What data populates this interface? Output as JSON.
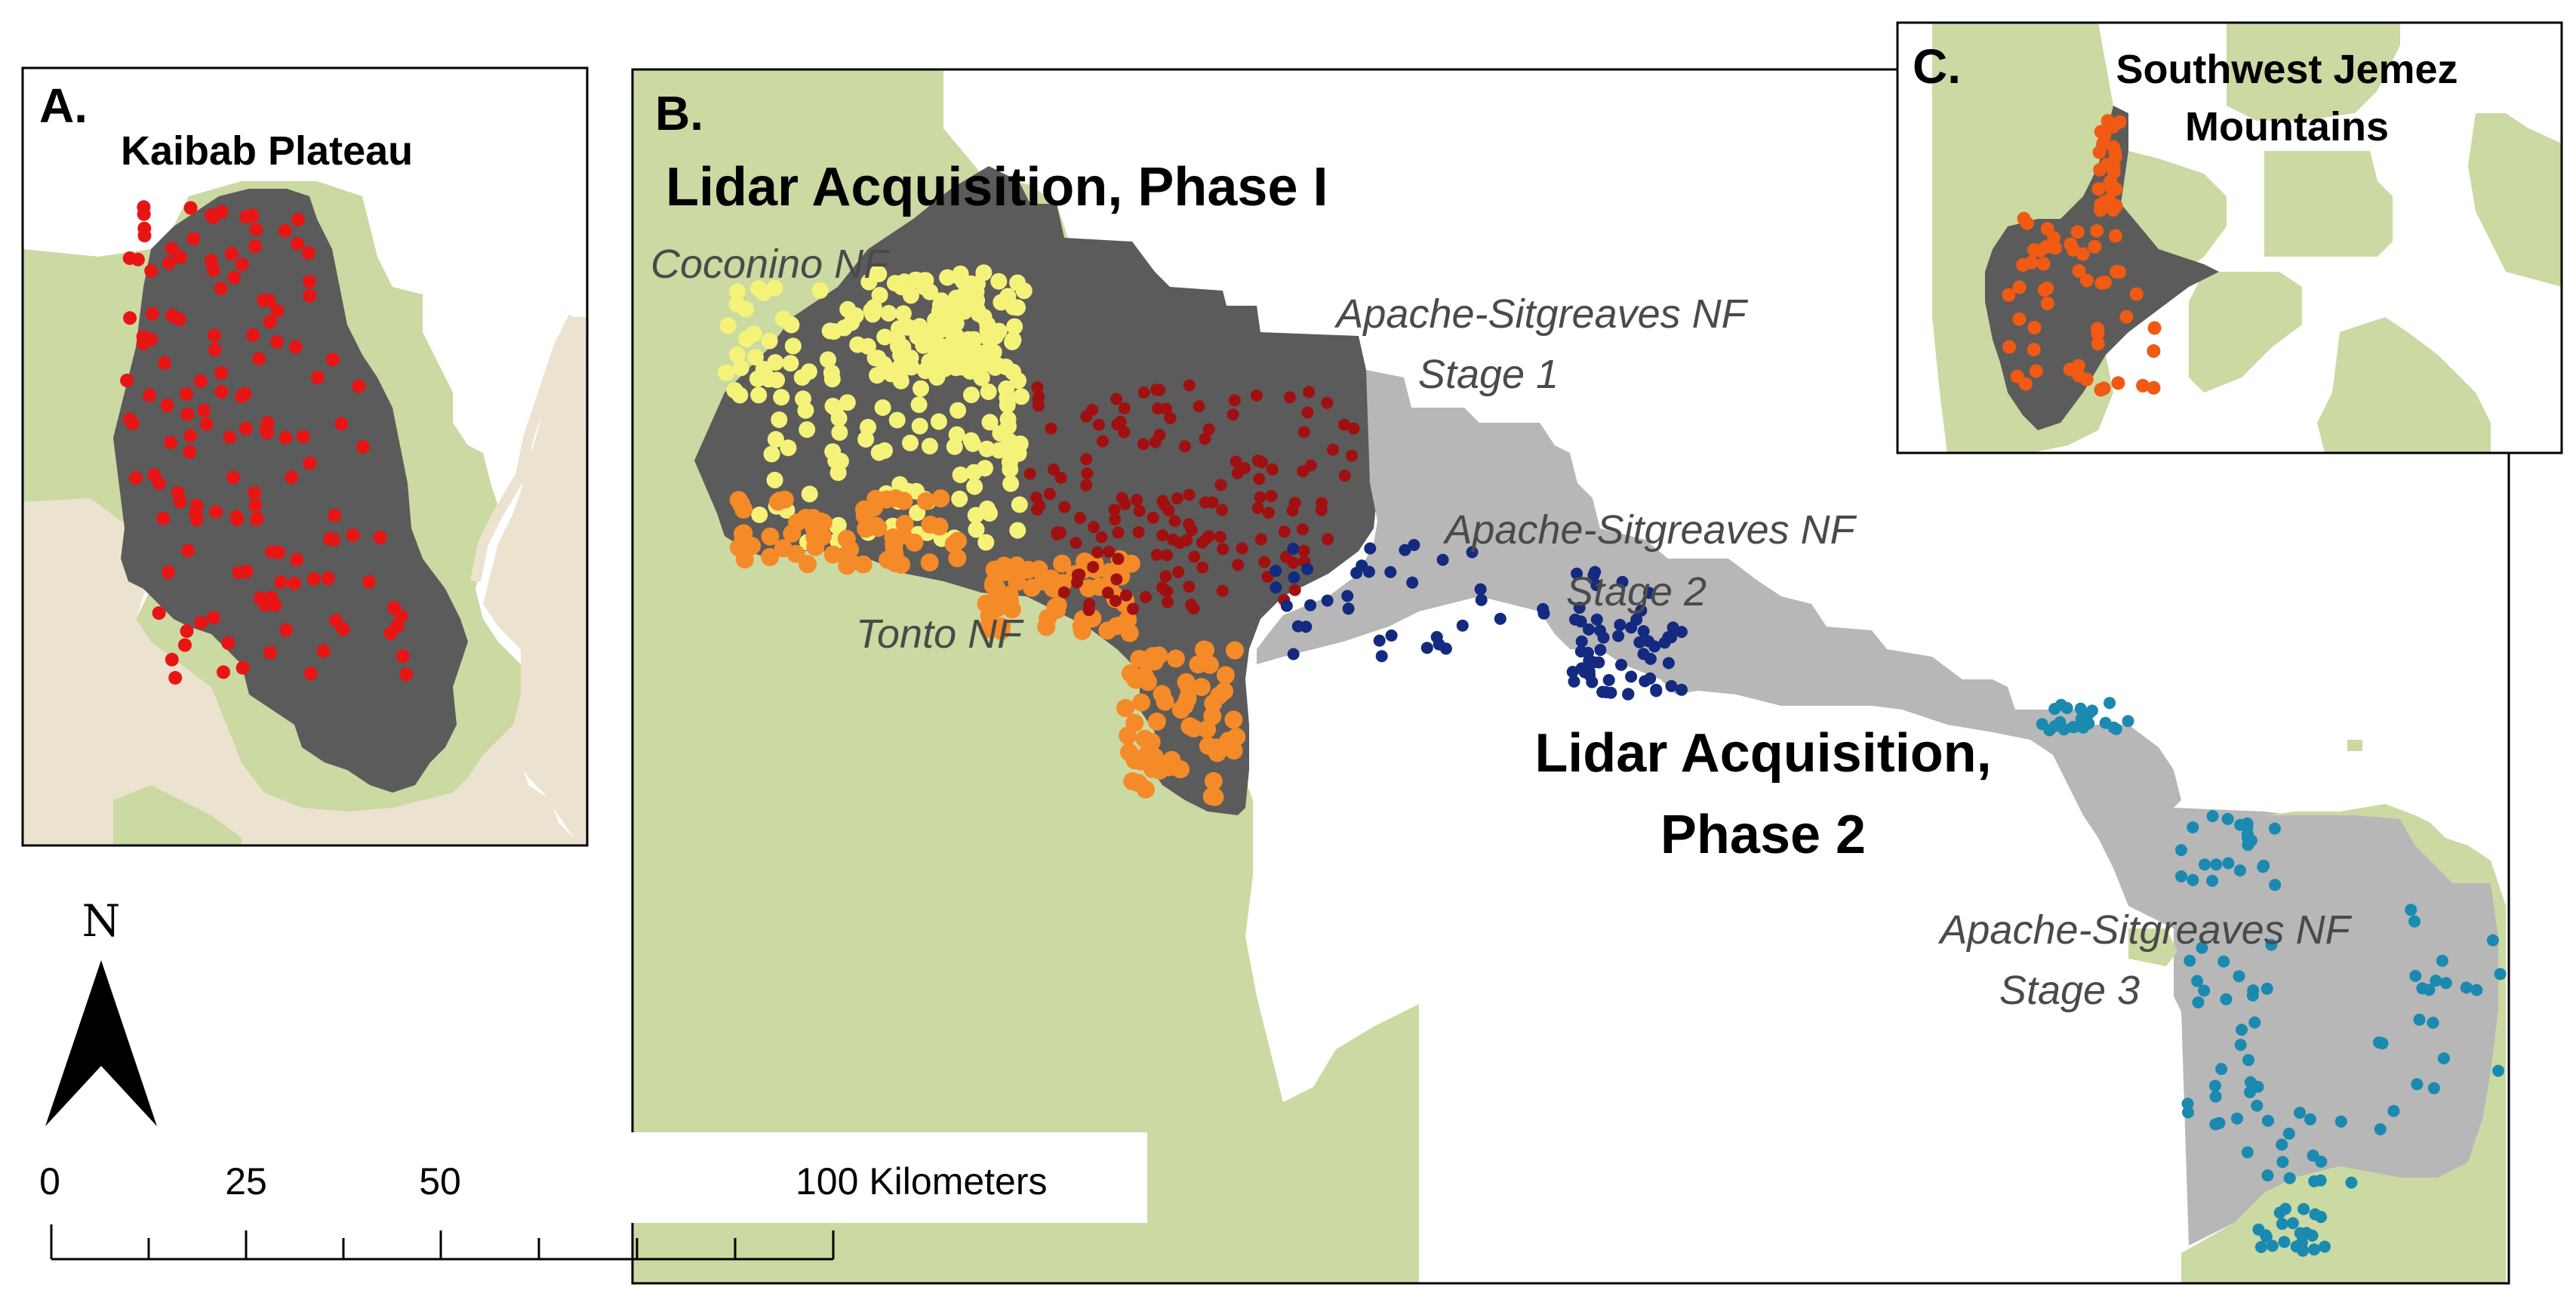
{
  "panels": {
    "a": {
      "letter": "A.",
      "title": "Kaibab Plateau"
    },
    "b": {
      "letter": "B.",
      "phase1_title": "Lidar Acquisition, Phase I",
      "phase2_title_line1": "Lidar Acquisition,",
      "phase2_title_line2": "Phase 2",
      "labels": {
        "coconino": "Coconino NF",
        "tonto": "Tonto NF",
        "asnf_stage1_line1": "Apache-Sitgreaves NF",
        "asnf_stage1_line2": "Stage 1",
        "asnf_stage2_line1": "Apache-Sitgreaves NF",
        "asnf_stage2_line2": "Stage 2",
        "asnf_stage3_line1": "Apache-Sitgreaves NF",
        "asnf_stage3_line2": "Stage 3"
      }
    },
    "c": {
      "letter": "C.",
      "title_line1": "Southwest Jemez",
      "title_line2": "Mountains"
    }
  },
  "north_arrow": {
    "label": "N"
  },
  "scale_bar": {
    "ticks": [
      "0",
      "25",
      "50",
      "100 Kilometers"
    ]
  },
  "colors": {
    "national_forest": "#cbd9a2",
    "tan_land": "#ebe2d0",
    "phase1_area": "#5b5b5b",
    "phase2_area": "#b7b7b7",
    "plots_kaibab": "#e81515",
    "plots_coconino": "#f5f27a",
    "plots_tonto": "#f58a28",
    "plots_stage1": "#a01010",
    "plots_stage2": "#142a80",
    "plots_stage3": "#1a8ab0",
    "plots_jemez": "#f05a12"
  },
  "plot_groups": [
    "kaibab-plots",
    "coconino-plots",
    "tonto-plots",
    "asnf-stage1-plots",
    "asnf-stage2-plots",
    "asnf-stage3-plots",
    "jemez-plots"
  ]
}
